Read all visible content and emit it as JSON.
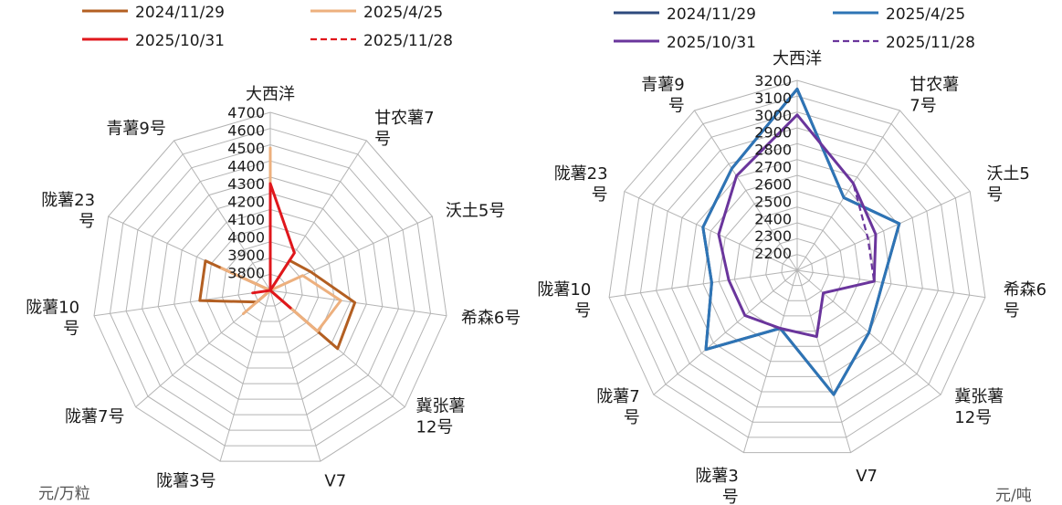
{
  "chart_data": [
    {
      "type": "radar",
      "unit": "元/万粒",
      "axis_range": [
        3700,
        4700
      ],
      "axis_ticks": [
        3800,
        3900,
        4000,
        4100,
        4200,
        4300,
        4400,
        4500,
        4600,
        4700
      ],
      "categories": [
        "大西洋",
        "甘农薯7号",
        "沃土5号",
        "希森6号",
        "冀张薯12号",
        "V7",
        "陇薯3号",
        "陇薯7号",
        "陇薯10号",
        "陇薯23号",
        "青薯9号"
      ],
      "category_lines": [
        [
          "大西洋"
        ],
        [
          "甘农薯7",
          "号"
        ],
        [
          "沃土5号"
        ],
        [
          "希森6号"
        ],
        [
          "冀张薯",
          "12号"
        ],
        [
          "V7"
        ],
        [
          "陇薯3号"
        ],
        [
          "陇薯7号"
        ],
        [
          "陇薯10",
          "号"
        ],
        [
          "陇薯23",
          "号"
        ],
        [
          "青薯9号"
        ]
      ],
      "grid": true,
      "legend_position": "top",
      "series": [
        {
          "name": "2024/11/29",
          "color": "#B35F22",
          "dash": false,
          "values": [
            3700,
            3900,
            3950,
            4180,
            4200,
            3700,
            3700,
            3800,
            4100,
            4100,
            3700
          ]
        },
        {
          "name": "2025/4/25",
          "color": "#EDB07E",
          "dash": false,
          "values": [
            4500,
            3700,
            3900,
            4100,
            4050,
            3700,
            3700,
            3900,
            3700,
            4000,
            3700
          ]
        },
        {
          "name": "2025/10/31",
          "color": "#E0171C",
          "dash": false,
          "values": [
            4300,
            3950,
            3700,
            3700,
            3850,
            3700,
            3700,
            3700,
            3800,
            3700,
            3700
          ]
        },
        {
          "name": "2025/11/28",
          "color": "#E0171C",
          "dash": true,
          "values": [
            4300,
            3950,
            3700,
            3700,
            3850,
            3700,
            3700,
            3700,
            3800,
            3700,
            3700
          ]
        }
      ]
    },
    {
      "type": "radar",
      "unit": "元/吨",
      "axis_range": [
        2100,
        3200
      ],
      "axis_ticks": [
        2200,
        2300,
        2400,
        2500,
        2600,
        2700,
        2800,
        2900,
        3000,
        3100,
        3200
      ],
      "categories": [
        "大西洋",
        "甘农薯7号",
        "沃土5号",
        "希森6号",
        "冀张薯12号",
        "V7",
        "陇薯3号",
        "陇薯7号",
        "陇薯10号",
        "陇薯23号",
        "青薯9号"
      ],
      "category_lines": [
        [
          "大西洋"
        ],
        [
          "甘农薯",
          "7号"
        ],
        [
          "沃土5",
          "号"
        ],
        [
          "希森6",
          "号"
        ],
        [
          "冀张薯",
          "12号"
        ],
        [
          "V7"
        ],
        [
          "陇薯3",
          "号"
        ],
        [
          "陇薯7",
          "号"
        ],
        [
          "陇薯10",
          "号"
        ],
        [
          "陇薯23",
          "号"
        ],
        [
          "青薯9",
          "号"
        ]
      ],
      "grid": true,
      "legend_position": "top",
      "series": [
        {
          "name": "2024/11/29",
          "color": "#2E4A7D",
          "dash": false,
          "values": [
            3150,
            2600,
            2750,
            2600,
            2650,
            2850,
            2450,
            2800,
            2600,
            2700,
            2800
          ]
        },
        {
          "name": "2025/4/25",
          "color": "#2E74B5",
          "dash": false,
          "values": [
            3150,
            2600,
            2750,
            2600,
            2650,
            2850,
            2450,
            2800,
            2600,
            2700,
            2800
          ]
        },
        {
          "name": "2025/10/31",
          "color": "#6A359C",
          "dash": false,
          "values": [
            3000,
            2700,
            2600,
            2550,
            2300,
            2500,
            2450,
            2500,
            2500,
            2600,
            2750
          ]
        },
        {
          "name": "2025/11/28",
          "color": "#6A359C",
          "dash": true,
          "values": [
            3000,
            2700,
            2550,
            2550,
            2300,
            2500,
            2450,
            2500,
            2500,
            2600,
            2750
          ]
        }
      ]
    }
  ]
}
